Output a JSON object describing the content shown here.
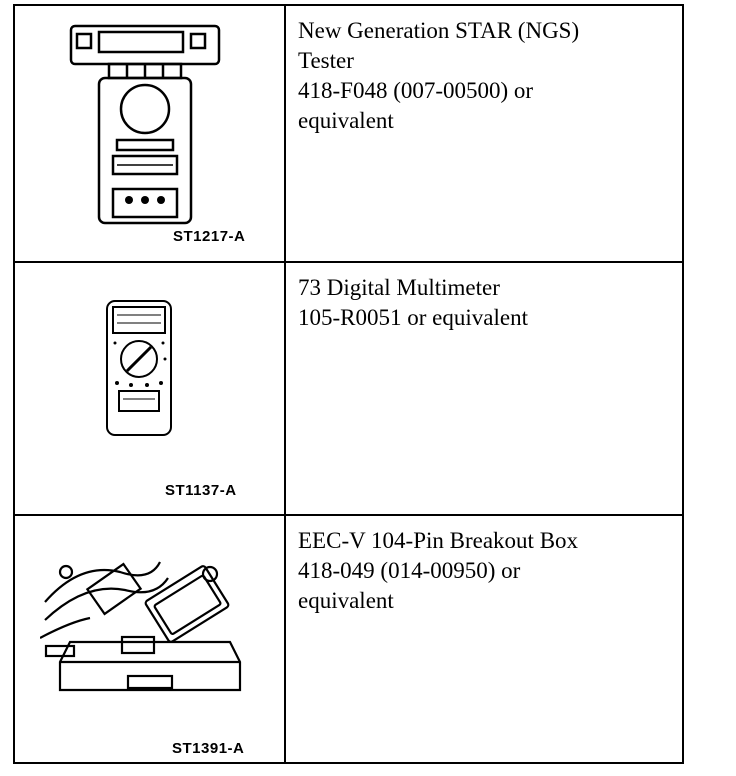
{
  "rows": [
    {
      "figure_code": "ST1217-A",
      "lines": [
        "New Generation STAR (NGS)",
        "Tester",
        "418-F048 (007-00500) or",
        "equivalent"
      ],
      "illustration": "ngs-tester-icon"
    },
    {
      "figure_code": "ST1137-A",
      "lines": [
        "73 Digital Multimeter",
        "105-R0051 or equivalent"
      ],
      "illustration": "multimeter-icon"
    },
    {
      "figure_code": "ST1391-A",
      "lines": [
        "EEC-V 104-Pin Breakout Box",
        "418-049 (014-00950) or",
        "equivalent"
      ],
      "illustration": "breakout-box-icon"
    }
  ]
}
